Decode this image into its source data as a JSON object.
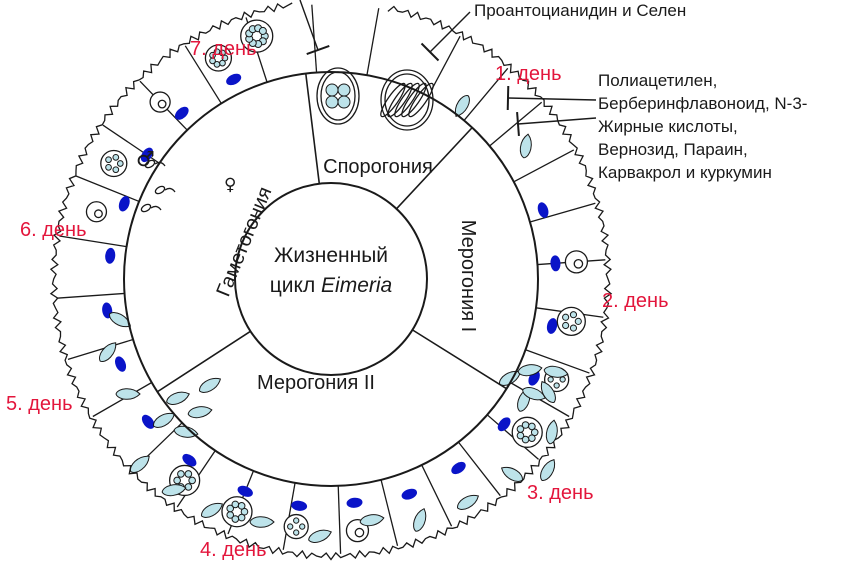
{
  "diagram": {
    "centre": {
      "line1": "Жизненный",
      "line2_prefix": "цикл ",
      "line2_italic": "Eimeria"
    },
    "phases": [
      {
        "id": "sporogony",
        "label": "Спорогония"
      },
      {
        "id": "merogony-1",
        "label": "Мерогония I"
      },
      {
        "id": "merogony-2",
        "label": "Мерогония II"
      },
      {
        "id": "gametogony",
        "label": "Гаметогония"
      }
    ],
    "days": [
      {
        "id": "day-1",
        "label": "1. день"
      },
      {
        "id": "day-2",
        "label": "2. день"
      },
      {
        "id": "day-3",
        "label": "3. день"
      },
      {
        "id": "day-4",
        "label": "4. день"
      },
      {
        "id": "day-5",
        "label": "5. день"
      },
      {
        "id": "day-6",
        "label": "6. день"
      },
      {
        "id": "day-7",
        "label": "7. день"
      }
    ],
    "inhibitors": {
      "top": "Проантоцианидин и Селен",
      "right": [
        "Полиацетилен,",
        "Берберинфлавоноид, N-3-",
        "Жирные кислоты,",
        "Вернозид, Параин,",
        "Карвакрол и куркумин"
      ]
    },
    "symbols": {
      "male": "♂",
      "female": "♀"
    }
  },
  "colors": {
    "day_label": "#e3163c",
    "nucleus": "#0a14c8",
    "parasite_fill": "#bde3ea",
    "stroke": "#1a1a1a"
  }
}
